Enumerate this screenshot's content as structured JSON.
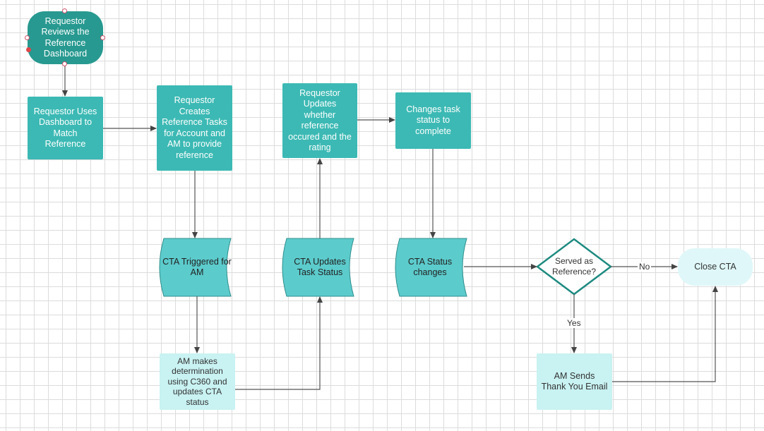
{
  "nodes": {
    "requestor_reviews": "Requestor Reviews the Reference Dashboard",
    "requestor_uses": "Requestor Uses Dashboard to Match Reference",
    "requestor_creates": "Requestor Creates Reference Tasks for Account and AM to provide reference",
    "requestor_updates": "Requestor Updates whether reference occured and the rating",
    "changes_task": "Changes task status to complete",
    "cta_triggered": "CTA Triggered for AM",
    "cta_updates": "CTA Updates Task Status",
    "cta_status_changes": "CTA Status changes",
    "served_as_reference": "Served as Reference?",
    "close_cta": "Close CTA",
    "am_makes": "AM makes determination using C360 and updates CTA status",
    "am_sends": "AM Sends Thank You Email"
  },
  "edge_labels": {
    "no": "No",
    "yes": "Yes"
  },
  "colors": {
    "dark_teal": "#279990",
    "teal": "#3cb9b4",
    "light_teal": "#c9f2f2",
    "decision_border": "#1e8a80",
    "connector": "#555555"
  }
}
